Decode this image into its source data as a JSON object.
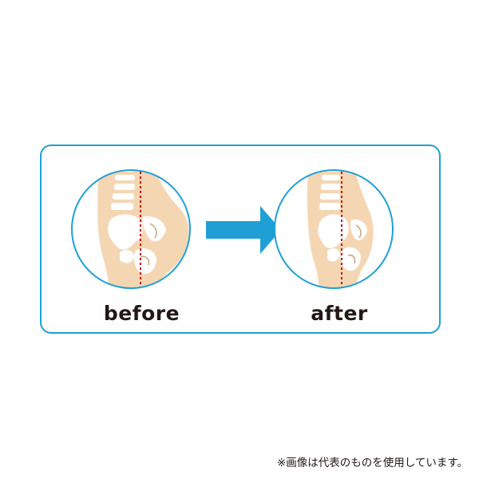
{
  "labels": {
    "before": "before",
    "after": "after"
  },
  "footnote": "※画像は代表のものを使用しています。",
  "colors": {
    "frame": "#1ea0d6",
    "arrow": "#1ea0d6",
    "skin": "#f5d6b3",
    "bone": "#ffffff",
    "center_line": "#c4161c",
    "text": "#231815"
  },
  "icons": [
    "pelvis-before-illustration",
    "right-arrow-icon",
    "pelvis-after-illustration"
  ]
}
